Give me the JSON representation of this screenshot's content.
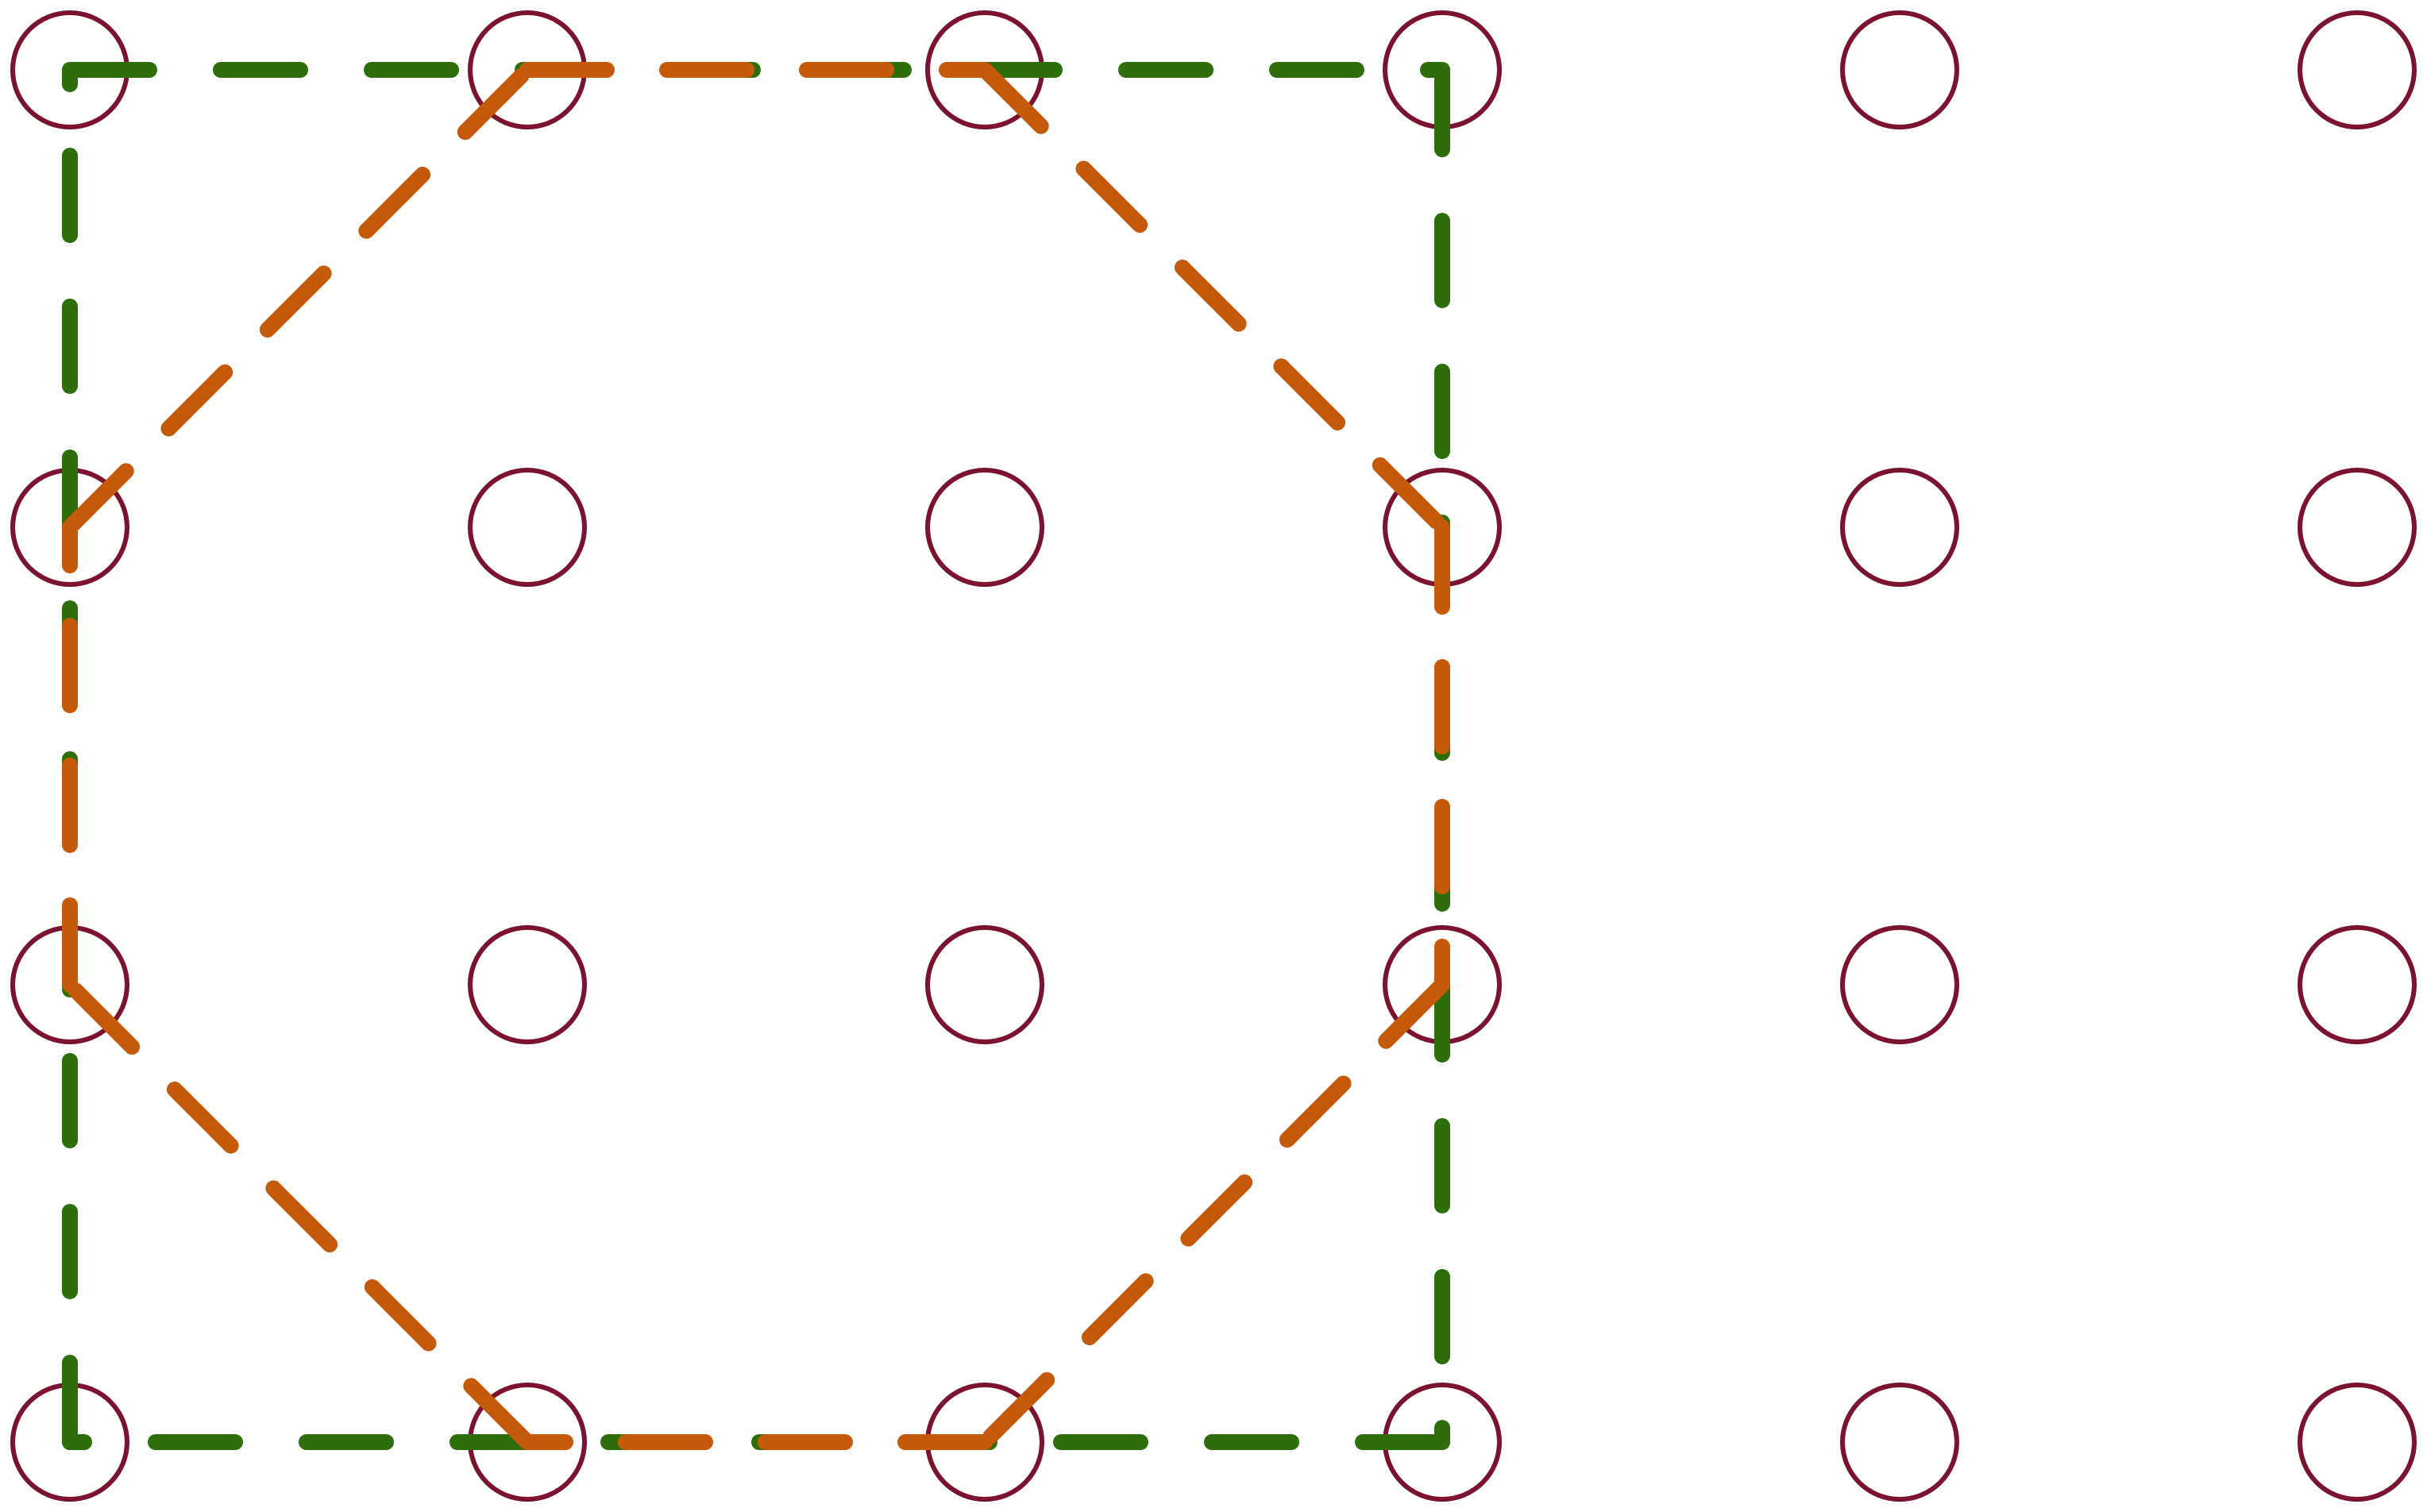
{
  "colors": {
    "background": "#ffffff",
    "dot_stroke": "#7a1230",
    "square_stroke": "#2d6e0a",
    "octagon_stroke": "#c55a0a"
  },
  "grid": {
    "columns": 6,
    "rows": 4
  },
  "square": {
    "corners": [
      [
        0,
        0
      ],
      [
        3,
        0
      ],
      [
        3,
        3
      ],
      [
        0,
        3
      ]
    ]
  },
  "octagon": {
    "vertices": [
      [
        1,
        0
      ],
      [
        2,
        0
      ],
      [
        3,
        1
      ],
      [
        3,
        2
      ],
      [
        2,
        3
      ],
      [
        1,
        3
      ],
      [
        0,
        2
      ],
      [
        0,
        1
      ]
    ]
  },
  "lines_line_style": "dashed"
}
